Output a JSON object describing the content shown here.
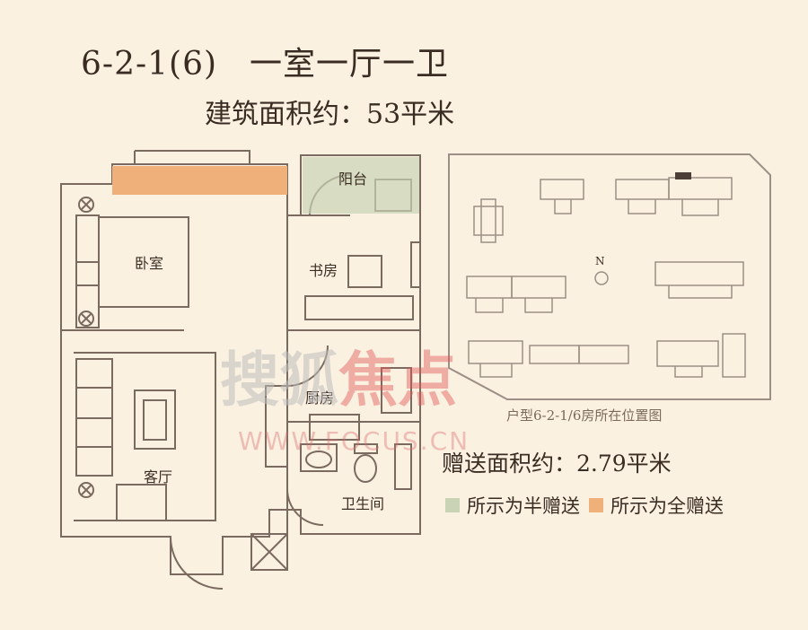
{
  "header": {
    "unit_code": "6-2-1(6)",
    "layout": "一室一厅一卫",
    "area": "建筑面积约：53平米"
  },
  "rooms": {
    "balcony": "阳台",
    "bedroom": "卧室",
    "study": "书房",
    "kitchen": "厨房",
    "living": "客厅",
    "bathroom": "卫生间"
  },
  "site_map": {
    "north": "N",
    "caption": "户型6-2-1/6房所在位置图"
  },
  "bonus_area": "赠送面积约：2.79平米",
  "legend": [
    {
      "label": "所示为半赠送",
      "color": "#c9d3b5"
    },
    {
      "label": "所示为全赠送",
      "color": "#f0b07a"
    }
  ],
  "watermark": {
    "brand_gray": "搜狐",
    "brand_red": "焦点",
    "url": "WWW.FOCUS.CN"
  },
  "colors": {
    "background": "#fbf1e1",
    "wall": "#7a6a60",
    "half_gift": "#c9d3b5",
    "full_gift": "#f0b07a"
  }
}
